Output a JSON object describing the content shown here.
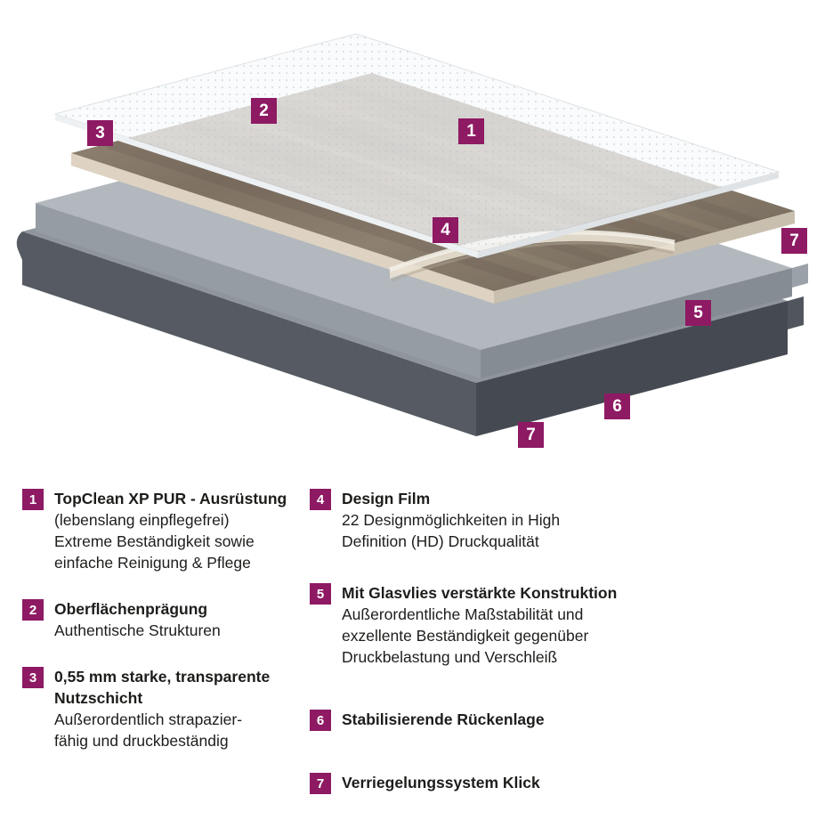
{
  "colors": {
    "badge": "#8e1a63",
    "text": "#1d1d1b"
  },
  "diagram": {
    "badges": [
      {
        "n": "1"
      },
      {
        "n": "2"
      },
      {
        "n": "3"
      },
      {
        "n": "4"
      },
      {
        "n": "5"
      },
      {
        "n": "6"
      },
      {
        "n": "7"
      },
      {
        "n": "7"
      }
    ]
  },
  "legend": {
    "left": [
      {
        "n": "1",
        "title": "TopClean XP PUR - Ausrüstung",
        "lines": [
          "(lebenslang einpflegefrei)",
          "Extreme Beständigkeit sowie",
          "einfache Reinigung & Pflege"
        ]
      },
      {
        "n": "2",
        "title": "Oberflächenprägung",
        "lines": [
          "Authentische Strukturen"
        ]
      },
      {
        "n": "3",
        "title": "0,55 mm starke, transparente Nutzschicht",
        "lines": [
          "Außerordentlich strapazier-",
          "fähig und druckbeständig"
        ]
      }
    ],
    "right": [
      {
        "n": "4",
        "title": "Design Film",
        "lines": [
          "22 Designmöglichkeiten in High",
          "Definition (HD) Druckqualität"
        ]
      },
      {
        "n": "5",
        "title": "Mit Glasvlies verstärkte Konstruktion",
        "lines": [
          "Außerordentliche Maßstabilität und",
          "exzellente Beständigkeit gegenüber",
          "Druckbelastung und Verschleiß"
        ]
      },
      {
        "n": "6",
        "title": "Stabilisierende Rückenlage",
        "lines": []
      },
      {
        "n": "7",
        "title": "Verriegelungssystem Klick",
        "lines": []
      }
    ]
  }
}
